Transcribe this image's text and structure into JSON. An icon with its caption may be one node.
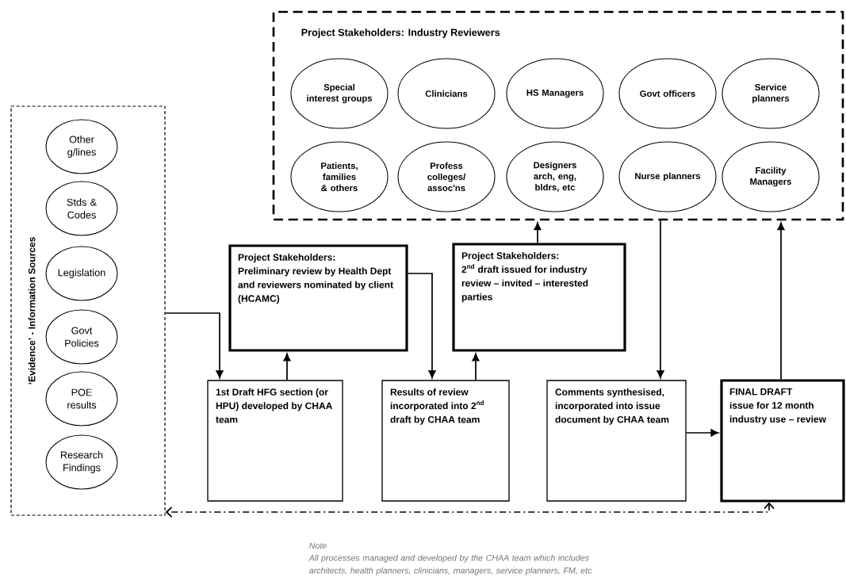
{
  "diagram": {
    "nodes": [
      {
        "text": [
          "‘Evidence’ - Information Sources"
        ]
      },
      {
        "text": [
          "Other g/lines"
        ],
        "in": 0
      },
      {
        "text": [
          "Stds & Codes"
        ],
        "in": 0
      },
      {
        "text": [
          "Legislation"
        ],
        "in": 0
      },
      {
        "text": [
          "Govt Policies"
        ],
        "in": 0
      },
      {
        "text": [
          "POE results"
        ],
        "in": 0
      },
      {
        "text": [
          "Research Findings"
        ],
        "in": 0
      },
      {
        "text": [
          "Project Stakeholders: Industry Reviewers"
        ]
      },
      {
        "text": [
          "Special interest groups"
        ],
        "in": 7
      },
      {
        "text": [
          "Clinicians"
        ],
        "in": 7
      },
      {
        "text": [
          "HS Managers"
        ],
        "in": 7
      },
      {
        "text": [
          "Govt officers"
        ],
        "in": 7
      },
      {
        "text": [
          "Service planners"
        ],
        "in": 7
      },
      {
        "text": [
          "Patients, families & others"
        ],
        "in": 7
      },
      {
        "text": [
          "Profess colleges/ assoc'ns"
        ],
        "in": 7
      },
      {
        "text": [
          "Designers arch, eng, bldrs, etc"
        ],
        "in": 7
      },
      {
        "text": [
          "Nurse planners"
        ],
        "in": 7
      },
      {
        "text": [
          "Facility Managers"
        ],
        "in": 7
      },
      {
        "text": [
          "Project Stakeholders:",
          "Preliminary review by Health Dept and reviewers nominated by client (HCAMC)"
        ]
      },
      {
        "text": [
          "Project Stakeholders:",
          "2$^{nd}$ draft issued for industry review – invited – interested parties"
        ]
      },
      {
        "text": [
          "1st Draft HFG section (or HPU) developed by CHAA team"
        ]
      },
      {
        "text": [
          "Results of review incorporated into 2$^{nd}$ draft by CHAA team"
        ]
      },
      {
        "text": [
          "Comments synthesised, incorporated into issue document by CHAA team"
        ]
      },
      {
        "text": [
          "FINAL DRAFT",
          "issue for 12 month industry use – review"
        ]
      }
    ],
    "edges": [
      {
        "from": 0,
        "to": 20,
        "arrow": "to"
      },
      {
        "from": 20,
        "to": 18,
        "arrow": "to"
      },
      {
        "from": 18,
        "to": 21,
        "arrow": "to"
      },
      {
        "from": 21,
        "to": 19,
        "arrow": "to"
      },
      {
        "from": 19,
        "to": 7,
        "arrow": "to"
      },
      {
        "from": 7,
        "to": 22,
        "arrow": "to"
      },
      {
        "from": 22,
        "to": 23,
        "arrow": "to"
      },
      {
        "from": 23,
        "to": 7,
        "arrow": "to"
      },
      {
        "from": 23,
        "to": 0,
        "arrow": "both",
        "style": "dashed"
      }
    ],
    "labels": [
      "Note",
      "All processes managed and developed by the CHAA team which includes architects, health planners, clinicians, managers, service planners, FM, etc"
    ]
  }
}
